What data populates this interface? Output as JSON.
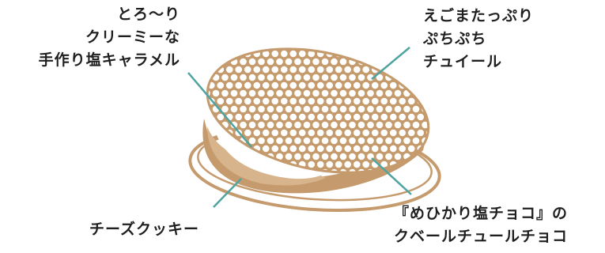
{
  "colors": {
    "caramel": "#c59b6d",
    "caramel_light": "#d8b48c",
    "leader_line": "#4fa3a0",
    "text": "#1f1f1f",
    "background": "#ffffff"
  },
  "labels": {
    "caramel_filling": [
      "とろ～り",
      "クリーミーな",
      "手作り塩キャラメル"
    ],
    "tuile": [
      "えごまたっぷり",
      "ぷちぷち",
      "チュイール"
    ],
    "cookie": [
      "チーズクッキー"
    ],
    "chocolate": [
      "『めひかり塩チョコ』の",
      "クベールチュールチョコ"
    ]
  }
}
